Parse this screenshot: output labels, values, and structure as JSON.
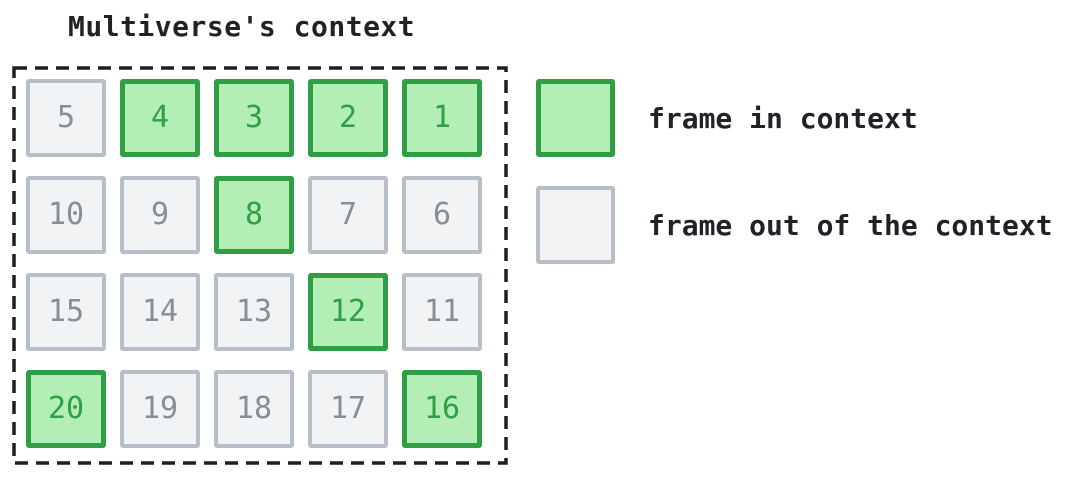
{
  "title": "Multiverse's context",
  "grid": {
    "rows": [
      [
        {
          "number": "5",
          "in_context": false
        },
        {
          "number": "4",
          "in_context": true
        },
        {
          "number": "3",
          "in_context": true
        },
        {
          "number": "2",
          "in_context": true
        },
        {
          "number": "1",
          "in_context": true
        }
      ],
      [
        {
          "number": "10",
          "in_context": false
        },
        {
          "number": "9",
          "in_context": false
        },
        {
          "number": "8",
          "in_context": true
        },
        {
          "number": "7",
          "in_context": false
        },
        {
          "number": "6",
          "in_context": false
        }
      ],
      [
        {
          "number": "15",
          "in_context": false
        },
        {
          "number": "14",
          "in_context": false
        },
        {
          "number": "13",
          "in_context": false
        },
        {
          "number": "12",
          "in_context": true
        },
        {
          "number": "11",
          "in_context": false
        }
      ],
      [
        {
          "number": "20",
          "in_context": true
        },
        {
          "number": "19",
          "in_context": false
        },
        {
          "number": "18",
          "in_context": false
        },
        {
          "number": "17",
          "in_context": false
        },
        {
          "number": "16",
          "in_context": true
        }
      ]
    ]
  },
  "legend": {
    "items": [
      {
        "id": "in-context",
        "label": "frame in context"
      },
      {
        "id": "out-of-context",
        "label": "frame out of the context"
      }
    ]
  },
  "colors": {
    "in_context_fill": "#b3eeb7",
    "in_context_border": "#2f9e44",
    "out_of_context_fill": "#f1f3f5",
    "out_of_context_border": "#b6bec7",
    "out_of_context_text": "#868e96",
    "ink": "#1f2328"
  }
}
